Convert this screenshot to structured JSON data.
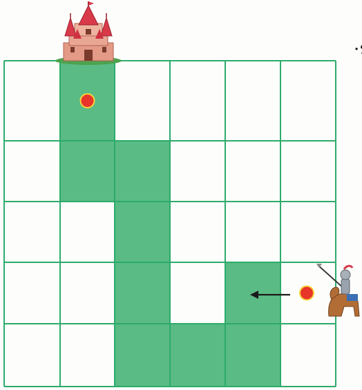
{
  "instruction_text": "ﻟْﻌَﺘﻪِ.",
  "grid": {
    "rows": 5,
    "cols": 6,
    "highlighted_cells": [
      [
        0,
        1
      ],
      [
        1,
        1
      ],
      [
        1,
        2
      ],
      [
        2,
        2
      ],
      [
        3,
        2
      ],
      [
        3,
        4
      ],
      [
        4,
        2
      ],
      [
        4,
        3
      ],
      [
        4,
        4
      ]
    ]
  },
  "markers": {
    "start_dot": {
      "row": 0,
      "col": 1
    },
    "knight_dot_row": 3
  },
  "colors": {
    "grid_line": "#2bab6b",
    "cell_fill": "#5bbb85",
    "dot_fill": "#e8352a",
    "dot_highlight": "#f7d33b",
    "arrow": "#1a1a1a",
    "castle_roof": "#d93a4a",
    "castle_wall": "#e39a86",
    "castle_grass": "#4da24e"
  },
  "icons": {
    "castle": "castle-icon",
    "knight": "knight-on-horse-icon",
    "arrow": "arrow-left-icon",
    "dot": "red-dot-marker"
  }
}
